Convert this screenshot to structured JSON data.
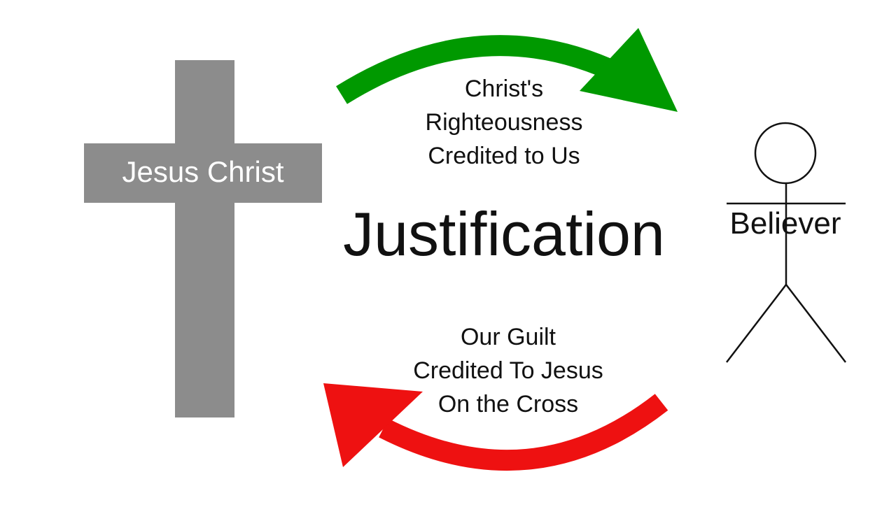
{
  "title": "Justification",
  "cross": {
    "label": "Jesus Christ",
    "color": "#8c8c8c",
    "label_color": "#ffffff"
  },
  "believer": {
    "label": "Believer",
    "figure": "stick-figure-icon"
  },
  "top_flow": {
    "lines": [
      "Christ's",
      "Righteousness",
      "Credited to Us"
    ],
    "arrow_color": "#009900",
    "direction": "cross-to-believer"
  },
  "bottom_flow": {
    "lines": [
      "Our Guilt",
      "Credited To Jesus",
      "On the Cross"
    ],
    "arrow_color": "#ee1111",
    "direction": "believer-to-cross"
  }
}
